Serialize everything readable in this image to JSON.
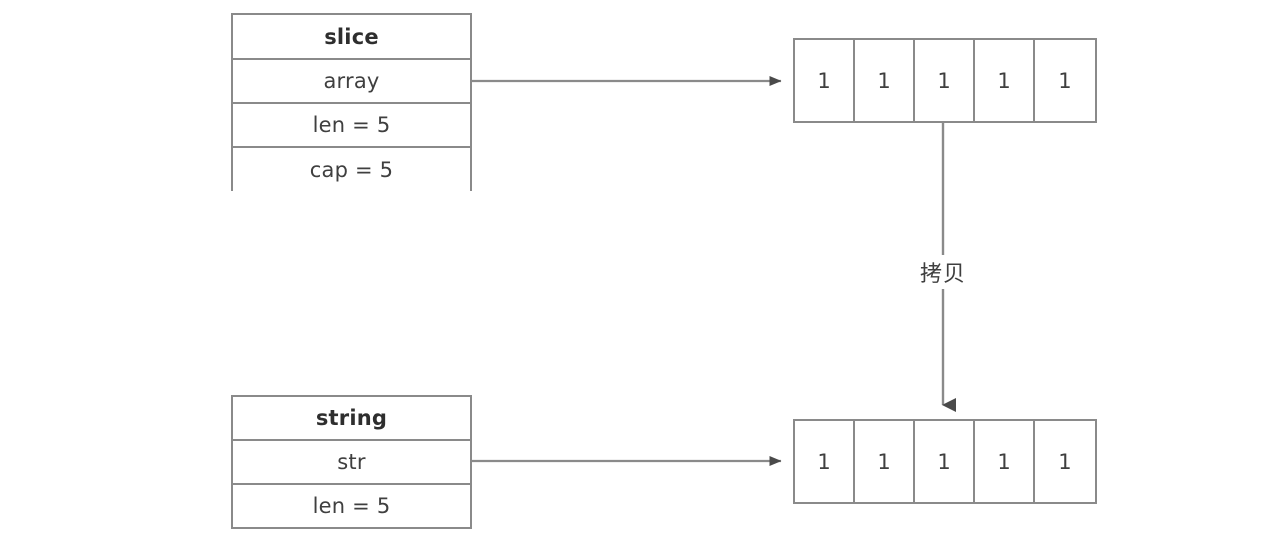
{
  "diagram": {
    "title": "Go slice to string copy diagram",
    "background_color": "#ffffff",
    "border_color": "#8a8a8a",
    "text_color": "#3f3f3f",
    "edge_color": "#8a8a8a"
  },
  "slice_struct": {
    "rows": [
      {
        "label": "slice",
        "bold": true
      },
      {
        "label": "array",
        "bold": false
      },
      {
        "label": "len = 5",
        "bold": false
      },
      {
        "label": "cap = 5",
        "bold": false
      }
    ]
  },
  "string_struct": {
    "rows": [
      {
        "label": "string",
        "bold": true
      },
      {
        "label": "str",
        "bold": false
      },
      {
        "label": "len = 5",
        "bold": false
      }
    ]
  },
  "top_array": {
    "cells": [
      "1",
      "1",
      "1",
      "1",
      "1"
    ]
  },
  "bottom_array": {
    "cells": [
      "1",
      "1",
      "1",
      "1",
      "1"
    ]
  },
  "edges": {
    "slice_to_array": {
      "label": ""
    },
    "string_to_array": {
      "label": ""
    },
    "copy": {
      "label": "拷贝"
    }
  }
}
